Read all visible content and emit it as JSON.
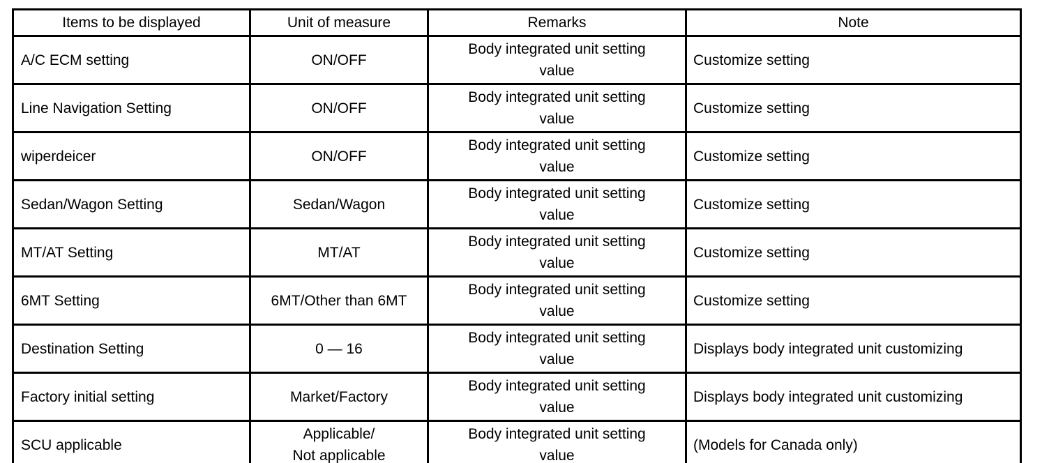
{
  "page": {
    "background_color": "#ffffff",
    "border_color": "#000000",
    "text_color": "#000000"
  },
  "table": {
    "columns": [
      {
        "label": "Items to be displayed"
      },
      {
        "label": "Unit of measure"
      },
      {
        "label": "Remarks"
      },
      {
        "label": "Note"
      }
    ],
    "rows": [
      {
        "item": "A/C ECM setting",
        "unit": "ON/OFF",
        "remarks": "Body integrated unit setting\nvalue",
        "note": "Customize setting"
      },
      {
        "item": "Line Navigation Setting",
        "unit": "ON/OFF",
        "remarks": "Body integrated unit setting\nvalue",
        "note": "Customize setting"
      },
      {
        "item": "wiperdeicer",
        "unit": "ON/OFF",
        "remarks": "Body integrated unit setting\nvalue",
        "note": "Customize setting"
      },
      {
        "item": "Sedan/Wagon Setting",
        "unit": "Sedan/Wagon",
        "remarks": "Body integrated unit setting\nvalue",
        "note": "Customize setting"
      },
      {
        "item": "MT/AT Setting",
        "unit": "MT/AT",
        "remarks": "Body integrated unit setting\nvalue",
        "note": "Customize setting"
      },
      {
        "item": "6MT Setting",
        "unit": "6MT/Other than 6MT",
        "remarks": "Body integrated unit setting\nvalue",
        "note": "Customize setting"
      },
      {
        "item": "Destination Setting",
        "unit": "0 — 16",
        "remarks": "Body integrated unit setting\nvalue",
        "note": "Displays body integrated unit customizing"
      },
      {
        "item": "Factory initial setting",
        "unit": "Market/Factory",
        "remarks": "Body integrated unit setting\nvalue",
        "note": "Displays body integrated unit customizing"
      },
      {
        "item": "SCU applicable",
        "unit": "Applicable/\nNot applicable",
        "remarks": "Body integrated unit setting\nvalue",
        "note": "(Models for Canada only)"
      }
    ]
  }
}
